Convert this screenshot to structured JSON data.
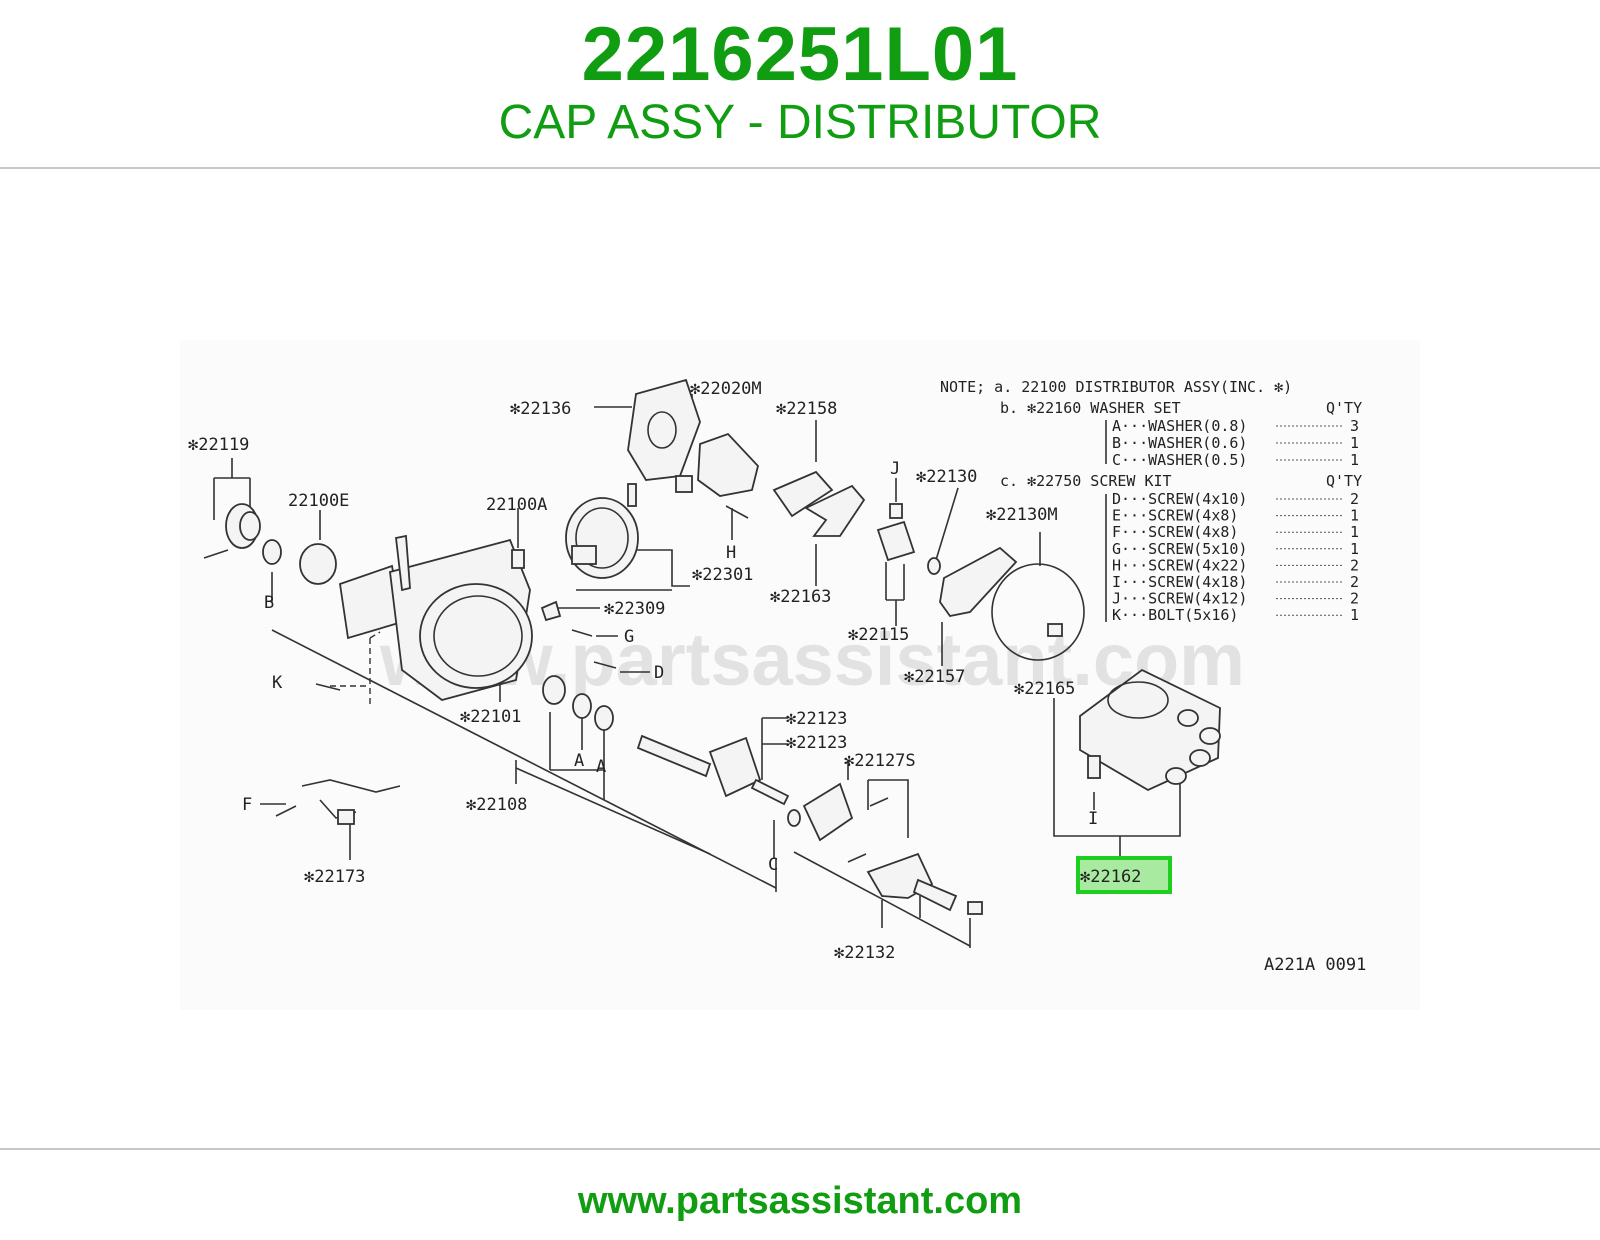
{
  "header": {
    "part_number": "2216251L01",
    "part_name": "CAP ASSY - DISTRIBUTOR"
  },
  "diagram": {
    "watermark": "www.partsassistant.com",
    "figure_code": "A221A 0091",
    "highlighted_label": "✻22162",
    "callouts": {
      "c22119": "✻22119",
      "c22100E": "22100E",
      "c22100A": "22100A",
      "c22136": "✻22136",
      "c22020M": "✻22020M",
      "c22158": "✻22158",
      "cJ": "J",
      "c22130": "✻22130",
      "c22130M": "✻22130M",
      "cH": "H",
      "c22301": "✻22301",
      "c22309": "✻22309",
      "cG": "G",
      "cD": "D",
      "c22163": "✻22163",
      "c22115": "✻22115",
      "c22157": "✻22157",
      "c22165": "✻22165",
      "cB": "B",
      "cK": "K",
      "c22101": "✻22101",
      "cA1": "A",
      "cA2": "A",
      "c22108": "✻22108",
      "c22123a": "✻22123",
      "c22123b": "✻22123",
      "c22127S": "✻22127S",
      "cF": "F",
      "c22173": "✻22173",
      "cC": "C",
      "cI": "I",
      "c22132": "✻22132"
    },
    "note": {
      "line_a": "NOTE; a. 22100 DISTRIBUTOR ASSY(INC. ✻)",
      "line_b": "b. ✻22160 WASHER SET",
      "qty_header_b": "Q'TY",
      "washers": [
        {
          "text": "A···WASHER(0.8)",
          "qty": "3"
        },
        {
          "text": "B···WASHER(0.6)",
          "qty": "1"
        },
        {
          "text": "C···WASHER(0.5)",
          "qty": "1"
        }
      ],
      "line_c": "c. ✻22750 SCREW KIT",
      "qty_header_c": "Q'TY",
      "screws": [
        {
          "text": "D···SCREW(4x10)",
          "qty": "2"
        },
        {
          "text": "E···SCREW(4x8)",
          "qty": "1"
        },
        {
          "text": "F···SCREW(4x8)",
          "qty": "1"
        },
        {
          "text": "G···SCREW(5x10)",
          "qty": "1"
        },
        {
          "text": "H···SCREW(4x22)",
          "qty": "2"
        },
        {
          "text": "I···SCREW(4x18)",
          "qty": "2"
        },
        {
          "text": "J···SCREW(4x12)",
          "qty": "2"
        },
        {
          "text": "K···BOLT(5x16)",
          "qty": "1"
        }
      ]
    }
  },
  "footer": {
    "url": "www.partsassistant.com"
  }
}
